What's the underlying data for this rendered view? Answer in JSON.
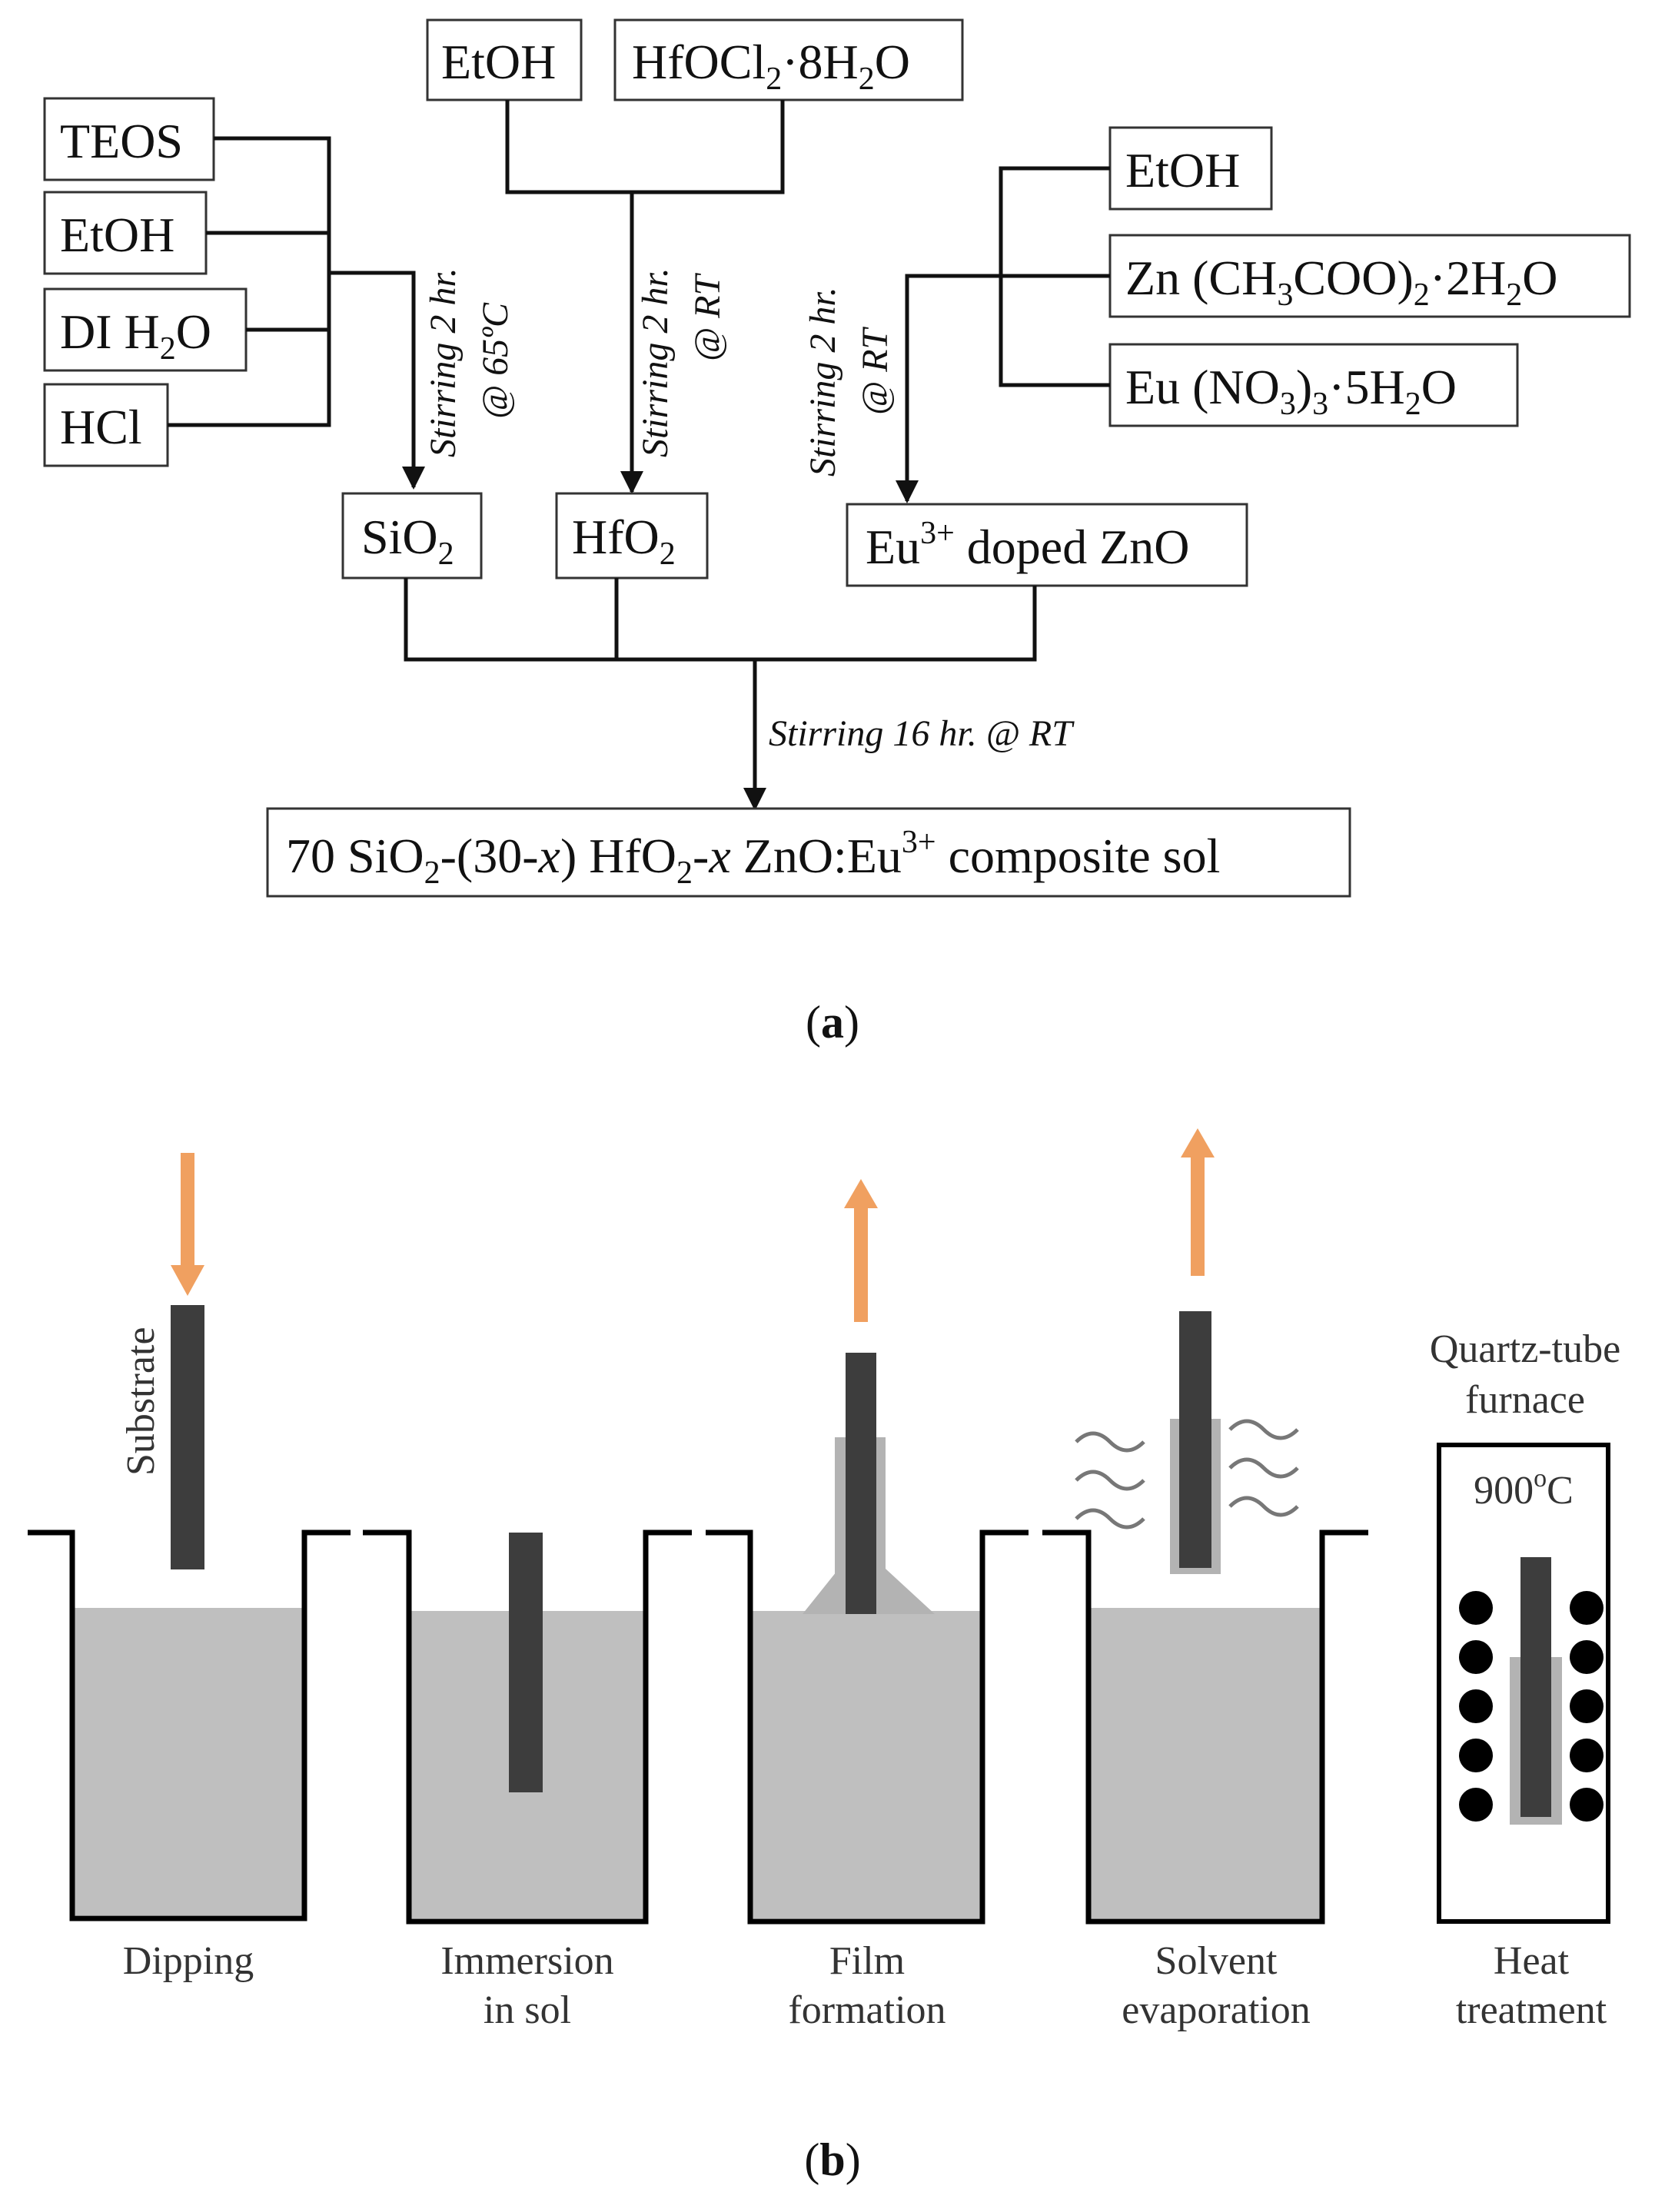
{
  "panel_a": {
    "inputs_sio2": {
      "teos": "TEOS",
      "etoh": "EtOH",
      "di_water": {
        "main": "DI H",
        "sub": "2",
        "tail": "O"
      },
      "hcl": "HCl"
    },
    "inputs_hfo2": {
      "etoh": "EtOH",
      "hafnium_salt": {
        "a": "HfOCl",
        "a_sub": "2",
        "b": "·8H",
        "b_sub": "2",
        "c": "O"
      }
    },
    "inputs_zno": {
      "etoh": "EtOH",
      "zinc_acetate": {
        "a": "Zn (CH",
        "a_sub": "3",
        "b": "COO)",
        "b_sub": "2",
        "c": "·2H",
        "c_sub": "2",
        "d": "O"
      },
      "europium_nitrate": {
        "a": "Eu (NO",
        "a_sub": "3",
        "b": ")",
        "b_sub": "3",
        "c": "·5H",
        "c_sub": "2",
        "d": "O"
      }
    },
    "conditions": {
      "sio2": {
        "line1": "Stirring 2 hr.",
        "line2": "@ 65ºC"
      },
      "hfo2": {
        "line1": "Stirring 2 hr.",
        "line2": "@ RT"
      },
      "zno": {
        "line1": "Stirring 2 hr.",
        "line2": "@ RT"
      },
      "final": "Stirring 16 hr. @ RT"
    },
    "intermediates": {
      "sio2": {
        "main": "SiO",
        "sub": "2"
      },
      "hfo2": {
        "main": "HfO",
        "sub": "2"
      },
      "zno": {
        "main": "Eu",
        "sup": "3+",
        "tail": " doped ZnO"
      }
    },
    "product": {
      "a": "70 SiO",
      "a_sub": "2",
      "b": "-(30-",
      "b_it": "x",
      "c": ") HfO",
      "c_sub": "2",
      "d": "-",
      "d_it": "x",
      "e": " ZnO:Eu",
      "e_sup": "3+",
      "f": " composite sol"
    },
    "caption": {
      "open": "(",
      "letter": "a",
      "close": ")"
    }
  },
  "panel_b": {
    "substrate_label": "Substrate",
    "furnace_title": {
      "line1": "Quartz-tube",
      "line2": "furnace"
    },
    "furnace_temp": {
      "value": "900",
      "sup": "o",
      "unit": "C"
    },
    "steps": [
      {
        "line1": "Dipping",
        "line2": ""
      },
      {
        "line1": "Immersion",
        "line2": "in sol"
      },
      {
        "line1": "Film",
        "line2": "formation"
      },
      {
        "line1": "Solvent",
        "line2": "evaporation"
      },
      {
        "line1": "Heat",
        "line2": "treatment"
      }
    ],
    "caption": {
      "open": "(",
      "letter": "b",
      "close": ")"
    },
    "colors": {
      "arrow": "#f0a060",
      "sol": "#bfbfbf",
      "substrate": "#3d3d3d",
      "film": "#b3b3b3"
    }
  }
}
